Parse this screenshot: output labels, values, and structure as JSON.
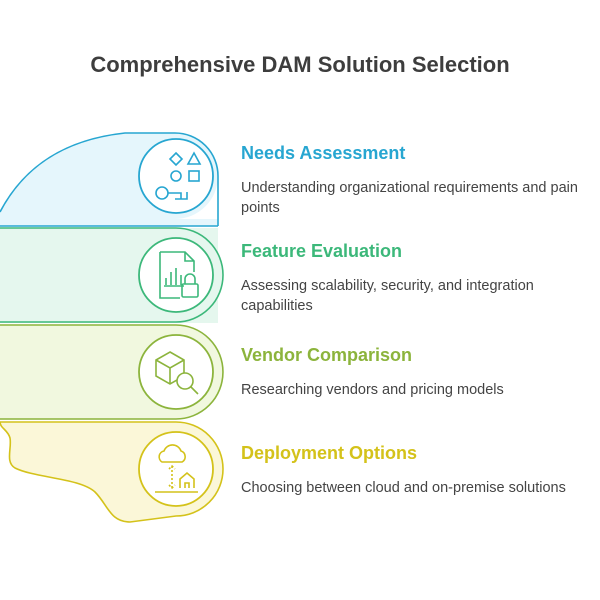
{
  "title": "Comprehensive DAM Solution Selection",
  "colors": {
    "needs": "#27a6d1",
    "feature": "#3cb87a",
    "vendor": "#8cb43c",
    "deployment": "#d4c21a"
  },
  "steps": [
    {
      "heading": "Needs Assessment",
      "description": "Understanding organizational requirements and pain points",
      "icon": "shapes-icon"
    },
    {
      "heading": "Feature Evaluation",
      "description": "Assessing scalability, security, and integration capabilities",
      "icon": "document-chart-lock-icon"
    },
    {
      "heading": "Vendor Comparison",
      "description": "Researching vendors and pricing models",
      "icon": "box-magnifier-icon"
    },
    {
      "heading": "Deployment Options",
      "description": "Choosing between cloud and on-premise solutions",
      "icon": "cloud-house-icon"
    }
  ]
}
